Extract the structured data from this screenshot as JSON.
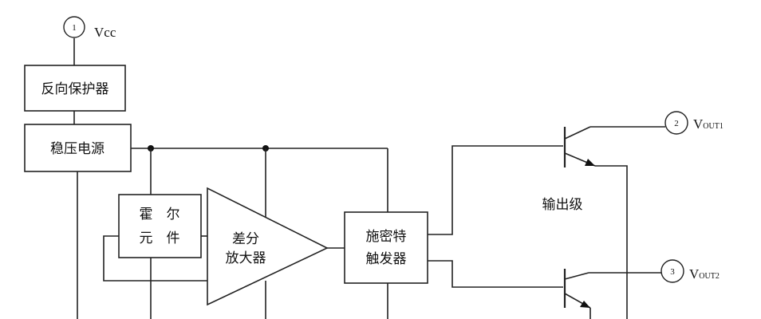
{
  "pins": [
    {
      "number": "1",
      "label": "Vcc"
    },
    {
      "number": "2",
      "label_main": "V",
      "label_sub": "OUT1"
    },
    {
      "number": "3",
      "label_main": "V",
      "label_sub": "OUT2"
    }
  ],
  "blocks": {
    "reverse_protector": "反向保护器",
    "regulator": "稳压电源",
    "hall_element": {
      "line1_a": "霍",
      "line1_b": "尔",
      "line2_a": "元",
      "line2_b": "件"
    },
    "diff_amp": {
      "line1": "差分",
      "line2": "放大器"
    },
    "schmitt": {
      "line1": "施密特",
      "line2": "触发器"
    },
    "output_stage": "输出级"
  }
}
